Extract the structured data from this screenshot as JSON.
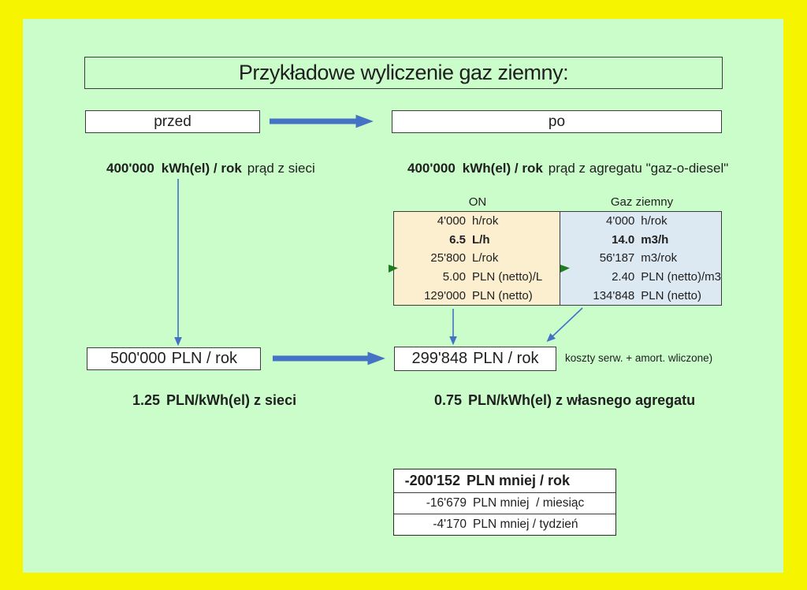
{
  "title": "Przykładowe wyliczenie gaz ziemny:",
  "labels": {
    "before": "przed",
    "after": "po"
  },
  "before": {
    "energy_value": "400'000",
    "energy_unit": "kWh(el) / rok",
    "energy_note": "prąd z sieci",
    "cost_value": "500'000",
    "cost_unit": "PLN / rok",
    "unit_price_value": "1.25",
    "unit_price_label": "PLN/kWh(el) z sieci"
  },
  "after": {
    "energy_value": "400'000",
    "energy_unit": "kWh(el) / rok",
    "energy_note": "prąd z agregatu \"gaz-o-diesel\"",
    "cost_value": "299'848",
    "cost_unit": "PLN / rok",
    "cost_note": "koszty serw. + amort. wliczone)",
    "unit_price_value": "0.75",
    "unit_price_label": "PLN/kWh(el) z własnego agregatu"
  },
  "comparison": {
    "on": {
      "header": "ON",
      "rows": [
        {
          "value": "4'000",
          "unit": "h/rok"
        },
        {
          "value": "6.5",
          "unit": "L/h"
        },
        {
          "value": "25'800",
          "unit": "L/rok"
        },
        {
          "value": "5.00",
          "unit": "PLN (netto)/L"
        },
        {
          "value": "129'000",
          "unit": "PLN (netto)"
        }
      ]
    },
    "gas": {
      "header": "Gaz ziemny",
      "rows": [
        {
          "value": "4'000",
          "unit": "h/rok"
        },
        {
          "value": "14.0",
          "unit": "m3/h"
        },
        {
          "value": "56'187",
          "unit": "m3/rok"
        },
        {
          "value": "2.40",
          "unit": "PLN (netto)/m3"
        },
        {
          "value": "134'848",
          "unit": "PLN (netto)"
        }
      ]
    }
  },
  "savings": {
    "rows": [
      {
        "value": "-200'152",
        "label": "PLN mniej / rok"
      },
      {
        "value": "-16'679",
        "label": "PLN mniej  / miesiąc"
      },
      {
        "value": "-4'170",
        "label": "PLN mniej / tydzień"
      }
    ]
  },
  "colors": {
    "frame_yellow": "#F7F400",
    "background_green": "#CBFDCB",
    "arrow_blue": "#4472C4",
    "diesel_fill": "#FCEFD0",
    "gas_fill": "#DCE8F2",
    "flag_green": "#1E7B1E"
  }
}
